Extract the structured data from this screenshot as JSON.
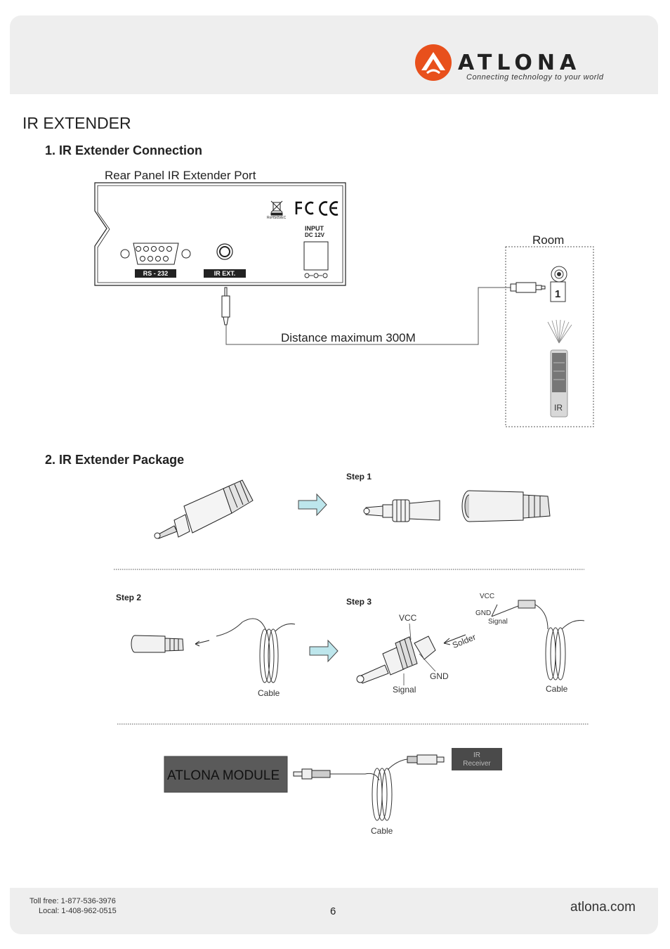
{
  "brand": {
    "name": "ATLONA",
    "tagline": "Connecting technology to your world",
    "accent_color": "#e8501c"
  },
  "page": {
    "section_title": "IR EXTENDER",
    "subsection_1": "1. IR Extender Connection",
    "subsection_2": "2. IR Extender Package"
  },
  "connection_diagram": {
    "panel_title": "Rear Panel IR Extender Port",
    "rohs_text": "RoHS05/EC",
    "input_label": "INPUT",
    "input_voltage": "DC 12V",
    "rs232_label": "RS - 232",
    "ir_ext_label": "IR EXT.",
    "room_label": "Room",
    "device_number": "1",
    "remote_label": "IR",
    "distance_label": "Distance maximum 300M"
  },
  "package_diagram": {
    "step1": "Step 1",
    "step2": "Step 2",
    "step3": "Step 3",
    "vcc": "VCC",
    "gnd": "GND",
    "signal": "Signal",
    "solder": "Solder",
    "cable": "Cable",
    "module_label": "ATLONA MODULE",
    "ir_receiver_line1": "IR",
    "ir_receiver_line2": "Receiver"
  },
  "footer": {
    "toll_free": "Toll free: 1-877-536-3976",
    "local": "Local: 1-408-962-0515",
    "page_number": "6",
    "website": "atlona.com"
  }
}
